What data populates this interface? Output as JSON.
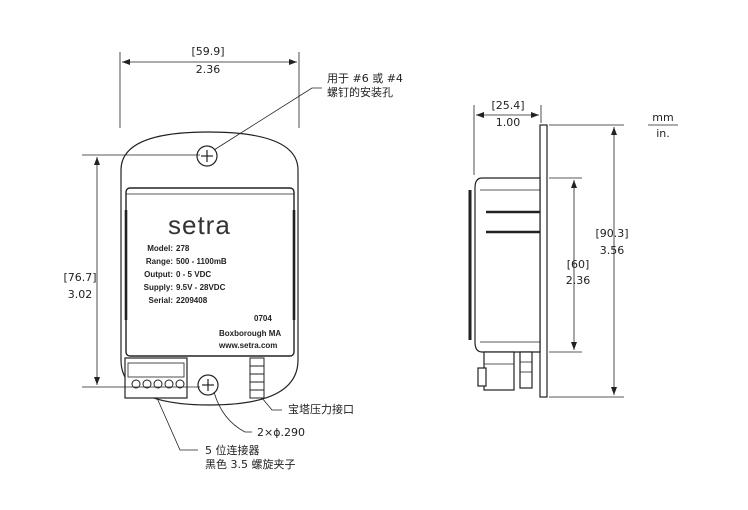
{
  "front": {
    "width_mm": "[59.9]",
    "width_in": "2.36",
    "height_mm": "[76.7]",
    "height_in": "3.02",
    "brand": "setra",
    "specs": [
      {
        "key": "Model:",
        "value": "278"
      },
      {
        "key": "Range:",
        "value": "500 - 1100mB"
      },
      {
        "key": "Output:",
        "value": "0 - 5 VDC"
      },
      {
        "key": "Supply:",
        "value": "9.5V - 28VDC"
      },
      {
        "key": "Serial:",
        "value": "2209408"
      }
    ],
    "code": "0704",
    "location": "Boxborough MA",
    "website": "www.setra.com"
  },
  "callouts": {
    "mount_line1": "用于 #6 或 #4",
    "mount_line2": "螺钉的安装孔",
    "pressure_fitting": "宝塔压力接口",
    "hole_dia": "2×ɸ.290",
    "connector_line1": "5 位连接器",
    "connector_line2": "黑色 3.5 螺旋夹子"
  },
  "side": {
    "depth_mm": "[25.4]",
    "depth_in": "1.00",
    "height_mm": "[90.3]",
    "height_in": "3.56",
    "body_mm": "[60]",
    "body_in": "2.36"
  },
  "units": {
    "top": "mm",
    "bottom": "in."
  }
}
